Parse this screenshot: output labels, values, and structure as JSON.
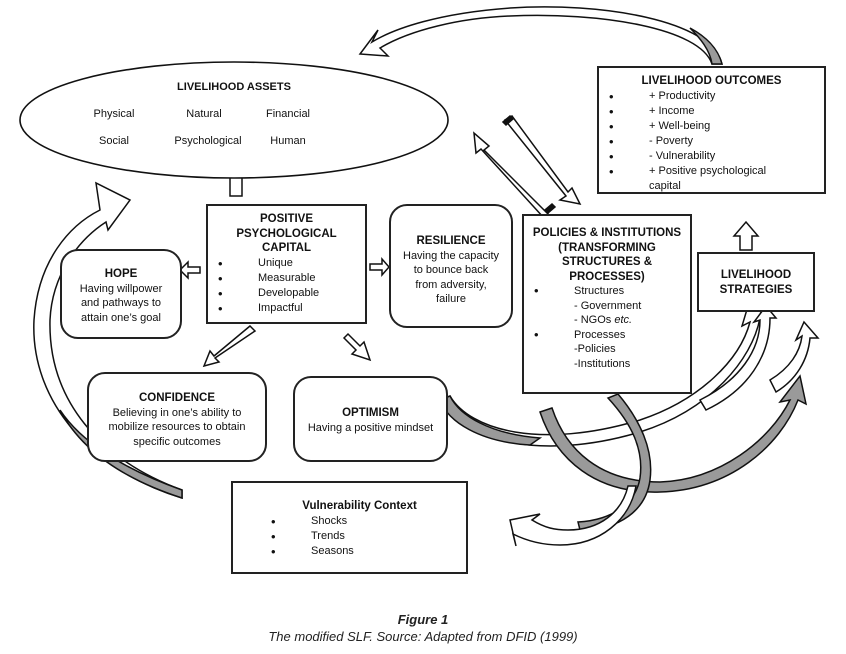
{
  "livelihood_assets": {
    "title": "LIVELIHOOD ASSETS",
    "items": [
      "Physical",
      "Natural",
      "Financial",
      "Social",
      "Psychological",
      "Human"
    ]
  },
  "livelihood_outcomes": {
    "title": "LIVELIHOOD OUTCOMES",
    "items": [
      "+ Productivity",
      "+ Income",
      "+ Well-being",
      "- Poverty",
      "- Vulnerability",
      "+ Positive psychological capital"
    ]
  },
  "positive_psychological_capital": {
    "title_lines": [
      "POSITIVE",
      "PSYCHOLOGICAL",
      "CAPITAL"
    ],
    "items": [
      "Unique",
      "Measurable",
      "Developable",
      "Impactful"
    ]
  },
  "resilience": {
    "title": "RESILIENCE",
    "text_lines": [
      "Having the capacity",
      "to bounce back",
      "from adversity,",
      "failure"
    ]
  },
  "hope": {
    "title": "HOPE",
    "text_lines": [
      "Having willpower",
      "and pathways to",
      "attain one’s goal"
    ]
  },
  "policies_institutions": {
    "title_lines": [
      "POLICIES & INSTITUTIONS",
      "(TRANSFORMING",
      "STRUCTURES &",
      "PROCESSES)"
    ],
    "groups": [
      {
        "label": "Structures",
        "sub": [
          "- Government",
          "- NGOs",
          "etc."
        ]
      },
      {
        "label": "Processes",
        "sub": [
          "-Policies",
          "-Institutions"
        ]
      }
    ]
  },
  "livelihood_strategies": {
    "title_lines": [
      "LIVELIHOOD",
      "STRATEGIES"
    ]
  },
  "confidence": {
    "title": "CONFIDENCE",
    "text_lines": [
      "Believing in one’s ability to",
      "mobilize resources to obtain",
      "specific outcomes"
    ]
  },
  "optimism": {
    "title": "OPTIMISM",
    "text_lines": [
      "Having a positive mindset"
    ]
  },
  "vulnerability_context": {
    "title": "Vulnerability Context",
    "items": [
      "Shocks",
      "Trends",
      "Seasons"
    ]
  },
  "caption": {
    "figure": "Figure 1",
    "text": "The modified SLF. Source: Adapted from DFID (1999)"
  },
  "colors": {
    "line": "#111111",
    "arrow_fill_gray": "#9a9a9a",
    "box_fill": "#ffffff"
  }
}
